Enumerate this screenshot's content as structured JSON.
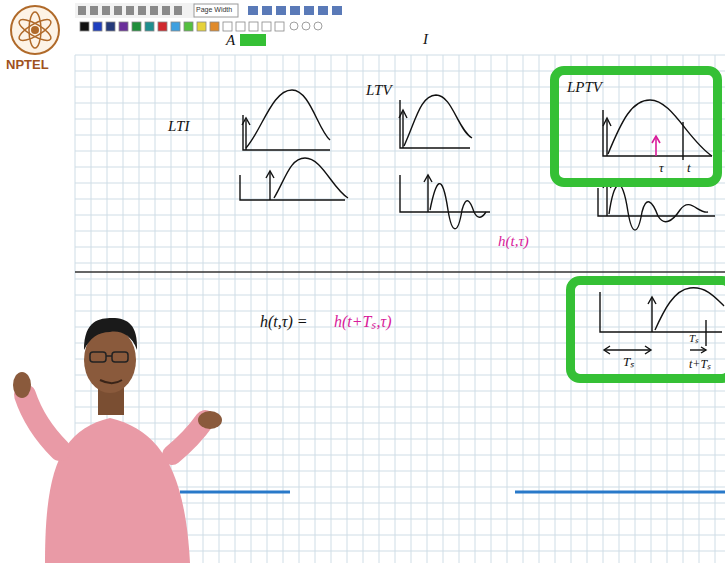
{
  "diagram": {
    "nodes": [
      {
        "text": [
          "LPTV",
          "τ",
          "t"
        ]
      },
      {
        "text": [
          "Tₛ",
          "Tₛ",
          "t+Tₛ"
        ]
      }
    ],
    "labels": [
      "NPTEL",
      "Page Width",
      "A",
      "I",
      "LTI",
      "LTV",
      "h(t,τ)",
      "h(t,τ) =",
      "h(t+Tₛ,τ)"
    ]
  }
}
